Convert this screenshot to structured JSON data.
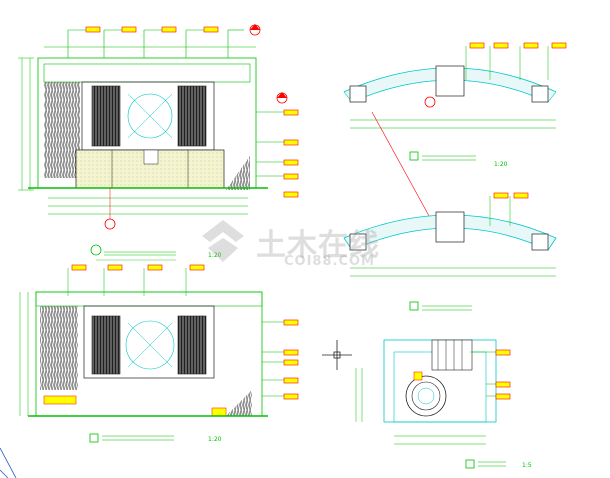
{
  "watermark": {
    "main": "土木在线",
    "sub": "COI88.COM"
  },
  "scales": {
    "s1": "1:20",
    "s2": "1:20",
    "s3": "1:20",
    "s4": "1:5"
  },
  "colors": {
    "background": "#ffffff",
    "green": "#00c000",
    "cyan": "#00c8c8",
    "red": "#ff0000",
    "yellow": "#ffff00",
    "dark": "#202020",
    "hatch": "#f0f0c0",
    "blue": "#3060c0"
  },
  "icons": [
    "crosshair-icon",
    "watermark-logo-icon"
  ]
}
